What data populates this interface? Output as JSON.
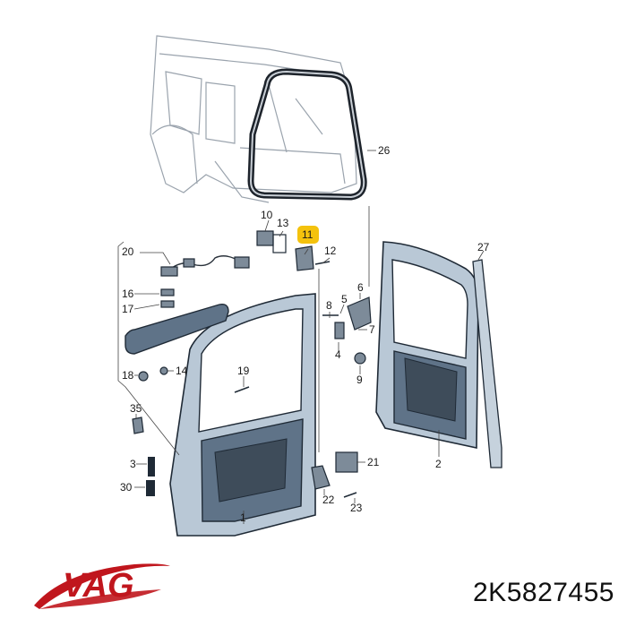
{
  "brand": {
    "name": "VAG",
    "accent": "#c0161d"
  },
  "part_number": "2K5827455",
  "highlight_color": "#f4c20d",
  "callouts": [
    {
      "label": "26"
    },
    {
      "label": "10"
    },
    {
      "label": "13"
    },
    {
      "label": "11",
      "highlighted": true
    },
    {
      "label": "12"
    },
    {
      "label": "20"
    },
    {
      "label": "27"
    },
    {
      "label": "5"
    },
    {
      "label": "6"
    },
    {
      "label": "16"
    },
    {
      "label": "8"
    },
    {
      "label": "17"
    },
    {
      "label": "7"
    },
    {
      "label": "4"
    },
    {
      "label": "14"
    },
    {
      "label": "18"
    },
    {
      "label": "9"
    },
    {
      "label": "19"
    },
    {
      "label": "35"
    },
    {
      "label": "21"
    },
    {
      "label": "3"
    },
    {
      "label": "2"
    },
    {
      "label": "30"
    },
    {
      "label": "22"
    },
    {
      "label": "23"
    },
    {
      "label": "1"
    }
  ]
}
